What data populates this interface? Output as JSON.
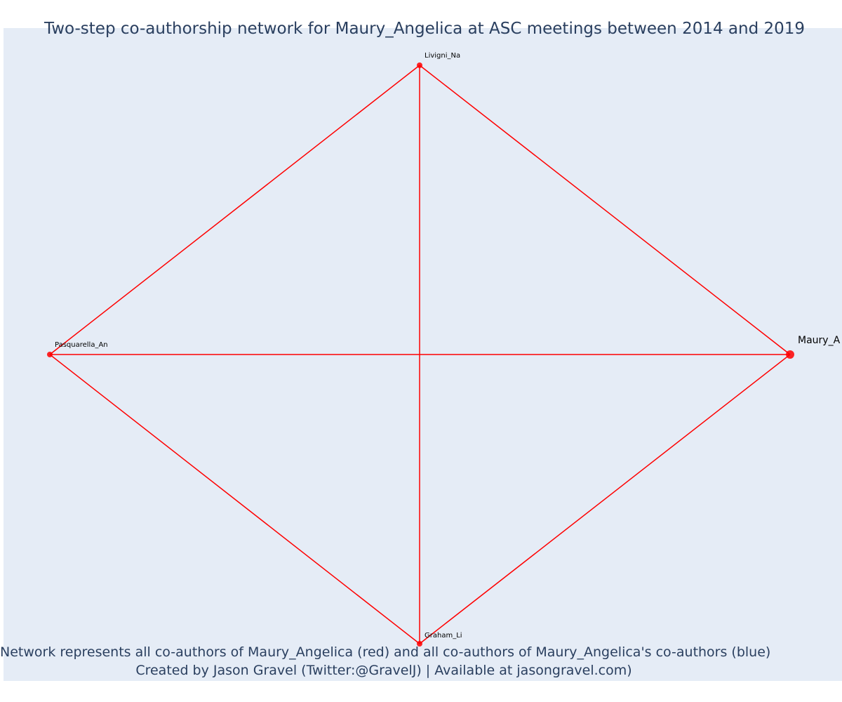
{
  "title": "Two-step co-authorship network for Maury_Angelica at ASC meetings between 2014 and 2019",
  "footer": {
    "line1": "Network represents all co-authors of Maury_Angelica (red) and all co-authors of Maury_Angelica's co-authors (blue)",
    "line2": "Created by Jason Gravel (Twitter:@GravelJ) | Available at jasongravel.com)"
  },
  "colors": {
    "background": "#e5ecf6",
    "edge": "#ff0000",
    "node": "#ff0000",
    "title_text": "#2a3f5f"
  },
  "network": {
    "nodes": [
      {
        "id": "Livigni_Na",
        "label": "Livigni_Na",
        "role": "co-author"
      },
      {
        "id": "Pasquarella_An",
        "label": "Pasquarella_An",
        "role": "co-author"
      },
      {
        "id": "Maury_Angelica",
        "label": "Maury_A",
        "role": "focal"
      },
      {
        "id": "Graham_Li",
        "label": "Graham_Li",
        "role": "co-author"
      }
    ],
    "edges": [
      [
        "Livigni_Na",
        "Pasquarella_An"
      ],
      [
        "Livigni_Na",
        "Maury_Angelica"
      ],
      [
        "Livigni_Na",
        "Graham_Li"
      ],
      [
        "Pasquarella_An",
        "Maury_Angelica"
      ],
      [
        "Pasquarella_An",
        "Graham_Li"
      ],
      [
        "Maury_Angelica",
        "Graham_Li"
      ]
    ]
  }
}
